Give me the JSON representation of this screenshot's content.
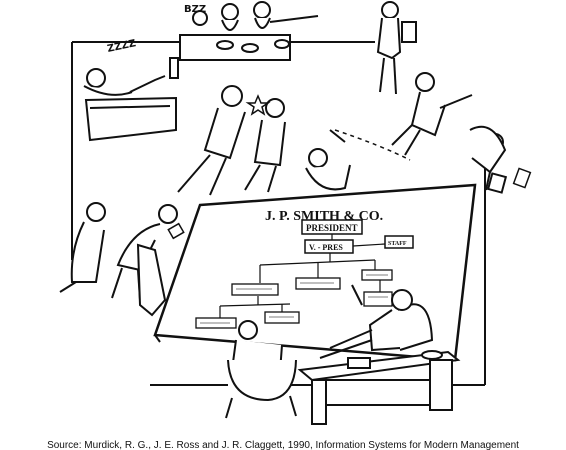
{
  "cartoon": {
    "chart_title": "J. P. SMITH & CO.",
    "president_box": "PRESIDENT",
    "vp_box": "V. - PRES",
    "staff_box": "STAFF",
    "snore_text": "ZZZZ",
    "buzz_text": "BZZ"
  },
  "caption": {
    "text": "Source: Murdick, R. G., J. E. Ross and J. R. Claggett, 1990, Information Systems for Modern Management"
  },
  "colors": {
    "ink": "#111111",
    "paper": "#ffffff"
  }
}
